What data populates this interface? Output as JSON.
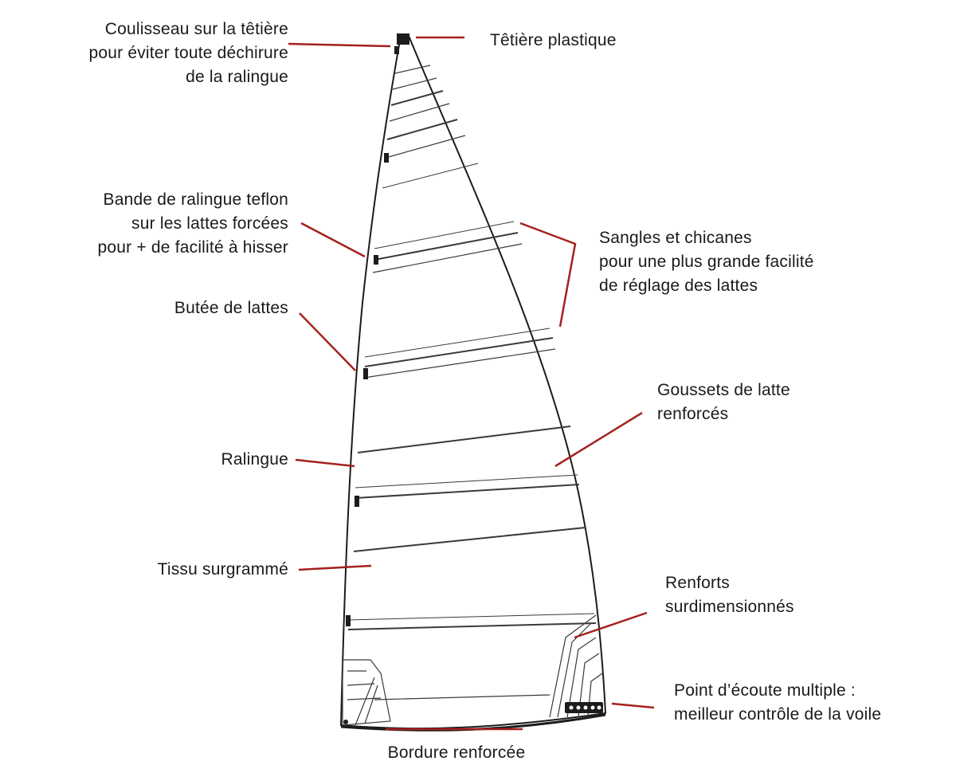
{
  "colors": {
    "leader": "#a4211e",
    "sail_outline": "#1c1c1c",
    "batten": "#3a3a3a",
    "text": "#1a1a1a"
  },
  "labels": {
    "coulisseau": [
      "Coulisseau sur la têtière",
      "pour éviter toute déchirure",
      "de la ralingue"
    ],
    "tetiere": [
      "Têtière plastique"
    ],
    "bande": [
      "Bande de ralingue teflon",
      "sur les lattes forcées",
      "pour + de facilité à hisser"
    ],
    "sangles": [
      "Sangles et chicanes",
      "pour une plus grande facilité",
      "de réglage des lattes"
    ],
    "butee": [
      "Butée de lattes"
    ],
    "goussets": [
      "Goussets de latte",
      "renforcés"
    ],
    "ralingue": [
      "Ralingue"
    ],
    "tissu": [
      "Tissu surgrammé"
    ],
    "renforts": [
      "Renforts",
      "surdimensionnés"
    ],
    "ecoute": [
      "Point d’écoute multiple :",
      "meilleur contrôle de la voile"
    ],
    "bordure": [
      "Bordure renforcée"
    ]
  }
}
